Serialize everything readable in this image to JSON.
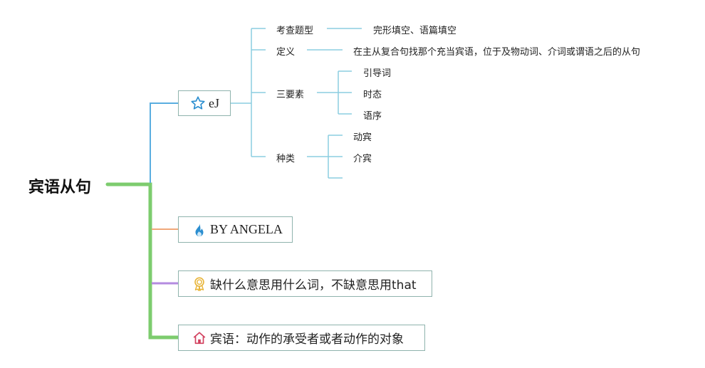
{
  "root": {
    "label": "宾语从句"
  },
  "colors": {
    "main_branch": "#7dcc6e",
    "blue_branch": "#5aaee0",
    "sub_branch": "#8ccde0",
    "orange_branch": "#f0a87a",
    "purple_branch": "#b48be0",
    "box_border": "#8fb3ad"
  },
  "branches": {
    "ej": {
      "label": "eJ",
      "icon": "star-icon",
      "children": {
        "exam_types": {
          "label": "考查题型",
          "detail": "完形填空、语篇填空"
        },
        "definition": {
          "label": "定义",
          "detail": "在主从复合句找那个充当宾语，位于及物动词、介词或谓语之后的从句"
        },
        "three_elements": {
          "label": "三要素",
          "items": [
            "引导词",
            "时态",
            "语序"
          ]
        },
        "kinds": {
          "label": "种类",
          "items": [
            "动宾",
            "介宾",
            ""
          ]
        }
      }
    },
    "author": {
      "label": "BY ANGELA",
      "icon": "fire-icon"
    },
    "tip": {
      "label": "缺什么意思用什么词，不缺意思用that",
      "icon": "award-icon"
    },
    "concept": {
      "label": "宾语：动作的承受者或者动作的对象",
      "icon": "home-icon"
    }
  }
}
